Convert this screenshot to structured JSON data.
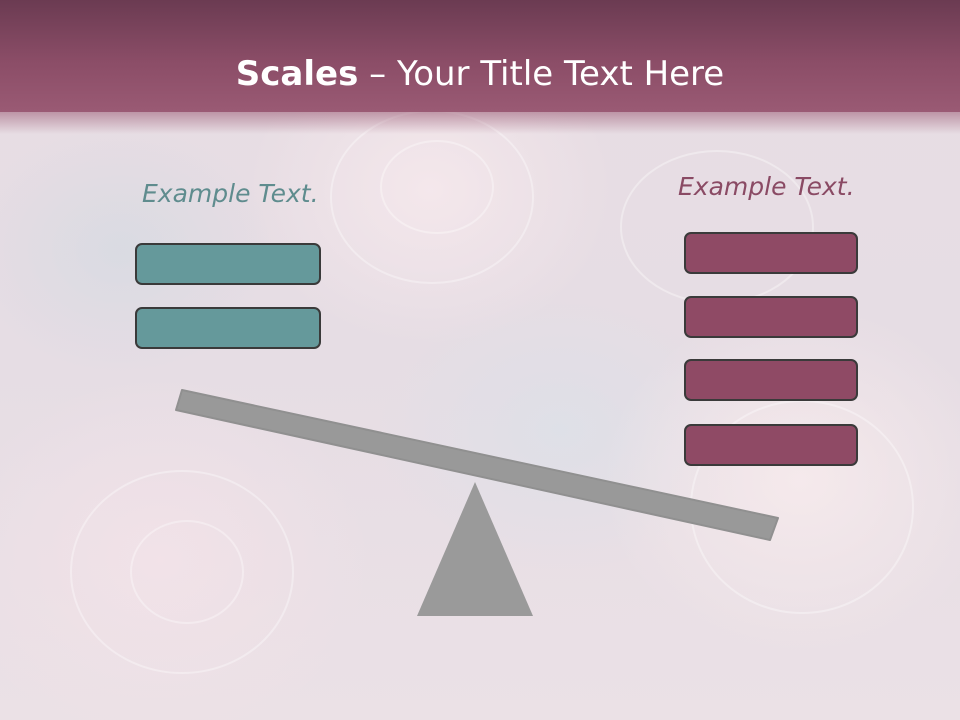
{
  "slide": {
    "title_bold": "Scales",
    "title_rest": " – Your Title Text Here"
  },
  "left_side": {
    "label": "Example Text.",
    "box_count": 2,
    "color": "#65999b"
  },
  "right_side": {
    "label": "Example Text.",
    "box_count": 4,
    "color": "#8f4a65"
  },
  "colors": {
    "header": "#8b4d67",
    "beam": "#999999",
    "fulcrum": "#999999"
  },
  "icons": {
    "fulcrum": "triangle",
    "beam": "tilted-bar"
  }
}
